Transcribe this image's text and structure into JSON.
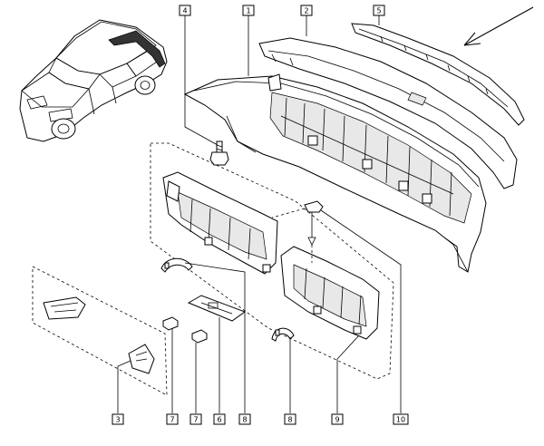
{
  "callouts": {
    "c1": "1",
    "c2": "2",
    "c3": "3",
    "c4": "4",
    "c5": "5",
    "c6": "6",
    "c7a": "7",
    "c7b": "7",
    "c8a": "8",
    "c8b": "8",
    "c9": "9",
    "c10": "10"
  },
  "icons": {
    "arrow": "pointer-arrow-icon"
  }
}
